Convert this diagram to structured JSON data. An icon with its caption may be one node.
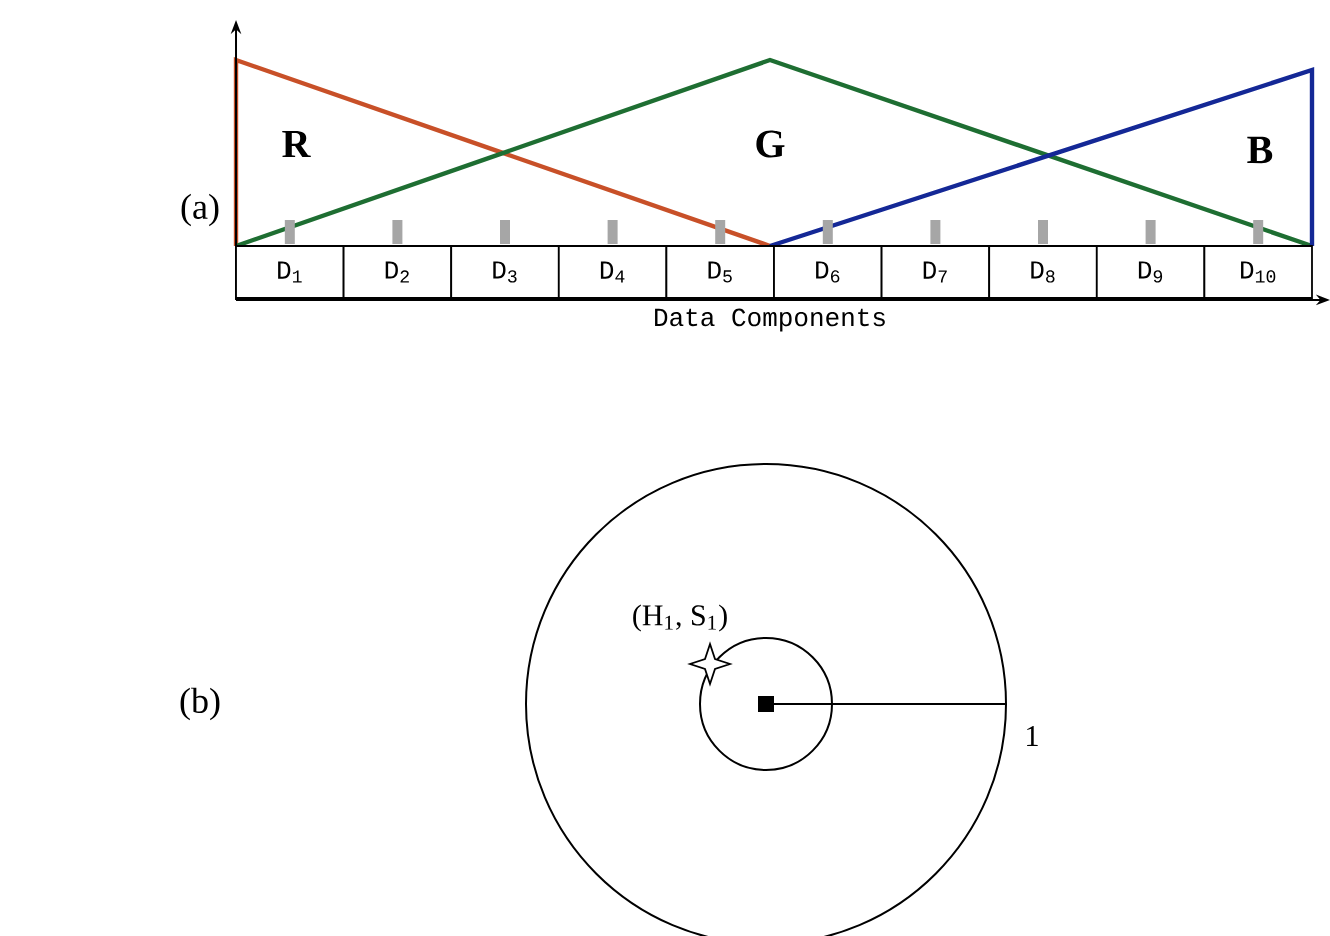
{
  "diagram": {
    "nodes": [
      {
        "text": [
          "D$_{1}$"
        ]
      },
      {
        "text": [
          "D$_{2}$"
        ]
      },
      {
        "text": [
          "D$_{3}$"
        ]
      },
      {
        "text": [
          "D$_{4}$"
        ]
      },
      {
        "text": [
          "D$_{5}$"
        ]
      },
      {
        "text": [
          "D$_{6}$"
        ]
      },
      {
        "text": [
          "D$_{7}$"
        ]
      },
      {
        "text": [
          "D$_{8}$"
        ]
      },
      {
        "text": [
          "D$_{9}$"
        ]
      },
      {
        "text": [
          "D$_{10}$"
        ]
      }
    ],
    "labels": [
      "(a)",
      "R",
      "G",
      "B",
      "Data Components",
      "(b)",
      "(H$_{1}$, S$_{1}$)",
      "1"
    ]
  }
}
